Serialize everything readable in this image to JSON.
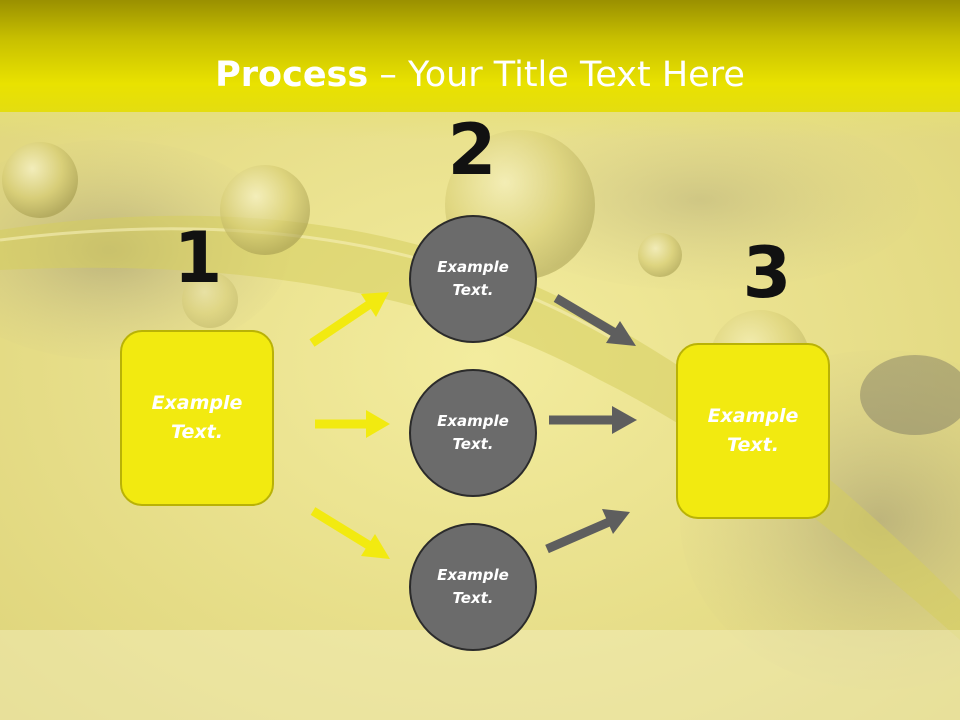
{
  "title": {
    "bold": "Process",
    "rest": " – Your Title Text Here"
  },
  "steps": [
    "1",
    "2",
    "3"
  ],
  "left_box": {
    "text_line1": "Example",
    "text_line2": "Text."
  },
  "right_box": {
    "text_line1": "Example",
    "text_line2": "Text."
  },
  "circles": [
    {
      "line1": "Example",
      "line2": "Text."
    },
    {
      "line1": "Example",
      "line2": "Text."
    },
    {
      "line1": "Example",
      "line2": "Text."
    }
  ],
  "colors": {
    "header": "#e9e200",
    "box_fill": "#f2ea10",
    "circle_fill": "#6b6b6b",
    "arrow_yellow": "#f2ea10",
    "arrow_gray": "#5e5e5e"
  }
}
